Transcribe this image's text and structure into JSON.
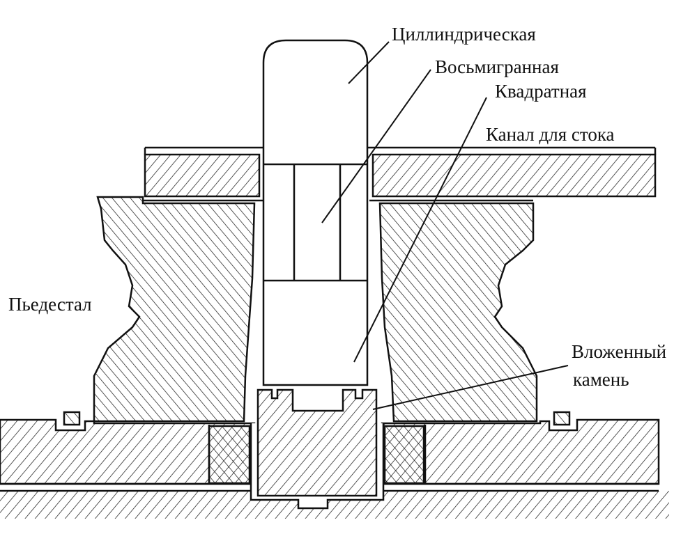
{
  "title": "Схема установки колонны на пьедестале",
  "labels": {
    "cylindrical": "Циллиндрическая",
    "octagonal": "Восьмигранная",
    "square": "Квадратная",
    "drain_channel": "Канал для стока",
    "pedestal": "Пьедестал",
    "inserted_stone_line1": "Вложенный",
    "inserted_stone_line2": "камень"
  },
  "colors": {
    "line": "#111111",
    "background": "#ffffff"
  }
}
